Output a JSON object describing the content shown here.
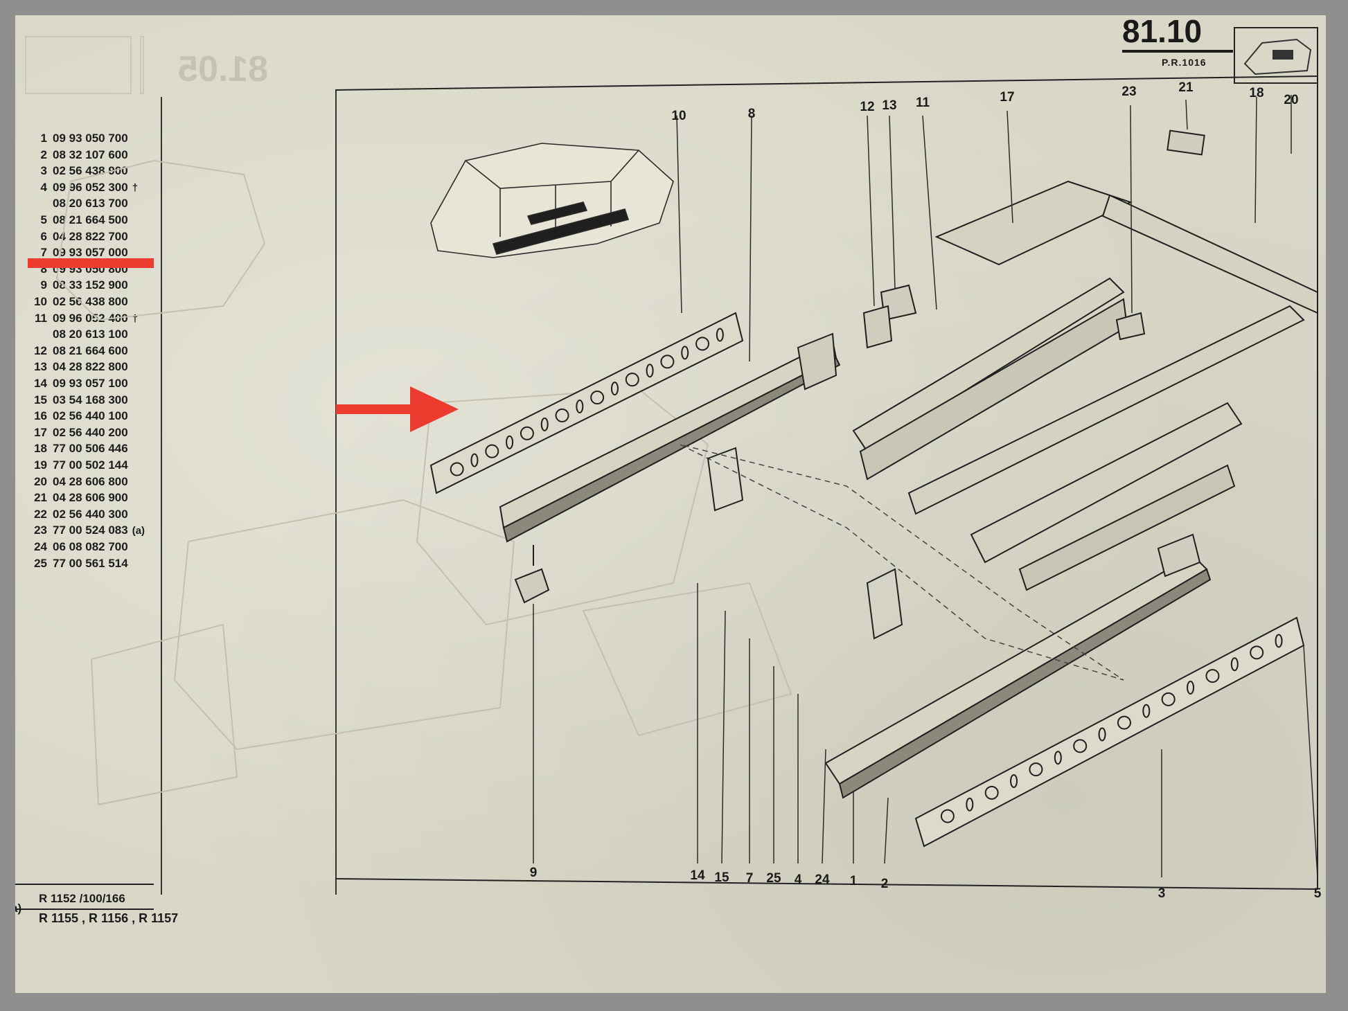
{
  "header": {
    "page_code": "81.10",
    "reference": "P.R.1016"
  },
  "parts_list": [
    {
      "num": "1",
      "ref": "09 93 050 700"
    },
    {
      "num": "2",
      "ref": "08 32 107 600"
    },
    {
      "num": "3",
      "ref": "02 56 438 900"
    },
    {
      "num": "4",
      "ref": "09 96 052 300",
      "note": "†"
    },
    {
      "num": "",
      "ref": "08 20 613 700"
    },
    {
      "num": "5",
      "ref": "08 21 664 500"
    },
    {
      "num": "6",
      "ref": "04 28 822 700"
    },
    {
      "num": "7",
      "ref": "09 93 057 000"
    },
    {
      "num": "8",
      "ref": "09 93 050 800"
    },
    {
      "num": "9",
      "ref": "08 33 152 900"
    },
    {
      "num": "10",
      "ref": "02 56 438 800"
    },
    {
      "num": "11",
      "ref": "09 96 052 400",
      "note": "†"
    },
    {
      "num": "",
      "ref": "08 20 613 100"
    },
    {
      "num": "12",
      "ref": "08 21 664 600"
    },
    {
      "num": "13",
      "ref": "04 28 822 800"
    },
    {
      "num": "14",
      "ref": "09 93 057 100"
    },
    {
      "num": "15",
      "ref": "03 54 168 300"
    },
    {
      "num": "16",
      "ref": "02 56 440 100"
    },
    {
      "num": "17",
      "ref": "02 56 440 200"
    },
    {
      "num": "18",
      "ref": "77 00 506 446"
    },
    {
      "num": "19",
      "ref": "77 00 502 144"
    },
    {
      "num": "20",
      "ref": "04 28 606 800"
    },
    {
      "num": "21",
      "ref": "04 28 606 900"
    },
    {
      "num": "22",
      "ref": "02 56 440 300"
    },
    {
      "num": "23",
      "ref": "77 00 524 083",
      "note": "(a)"
    },
    {
      "num": "24",
      "ref": "06 08 082 700"
    },
    {
      "num": "25",
      "ref": "77 00 561 514"
    }
  ],
  "models": {
    "a_label": "a)",
    "line1": "R 1152  /100/166",
    "line2": "R 1155 , R 1156 , R 1157"
  },
  "callouts": {
    "top": [
      "10",
      "8",
      "12",
      "13",
      "11",
      "17",
      "23",
      "21",
      "18",
      "20"
    ],
    "bottom": [
      "9",
      "14",
      "15",
      "7",
      "25",
      "4",
      "24",
      "1",
      "2",
      "3",
      "5"
    ]
  },
  "colors": {
    "paper": "#d9d8c8",
    "ink": "#1a1a1a",
    "highlight": "#ee3b2f",
    "ghost": "#b8b7a8"
  }
}
